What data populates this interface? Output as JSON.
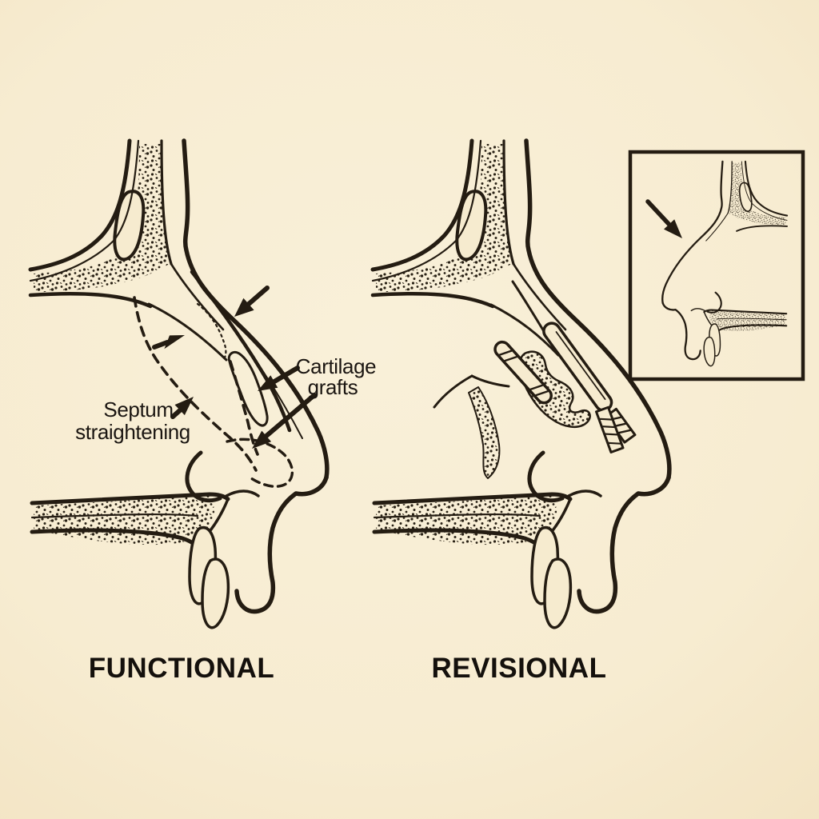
{
  "illustration": {
    "type": "rhinoplasty-cross-section-diagram",
    "panels": {
      "functional": {
        "caption": "FUNCTIONAL",
        "labels": {
          "septum_line1": "Septum",
          "septum_line2": "straightening",
          "grafts_line1": "Cartilage",
          "grafts_line2": "grafts"
        }
      },
      "revisional": {
        "caption": "REVISIONAL"
      }
    },
    "colors": {
      "paper": "#f6ebcf",
      "ink": "#241c12",
      "text": "#1b1612"
    }
  }
}
